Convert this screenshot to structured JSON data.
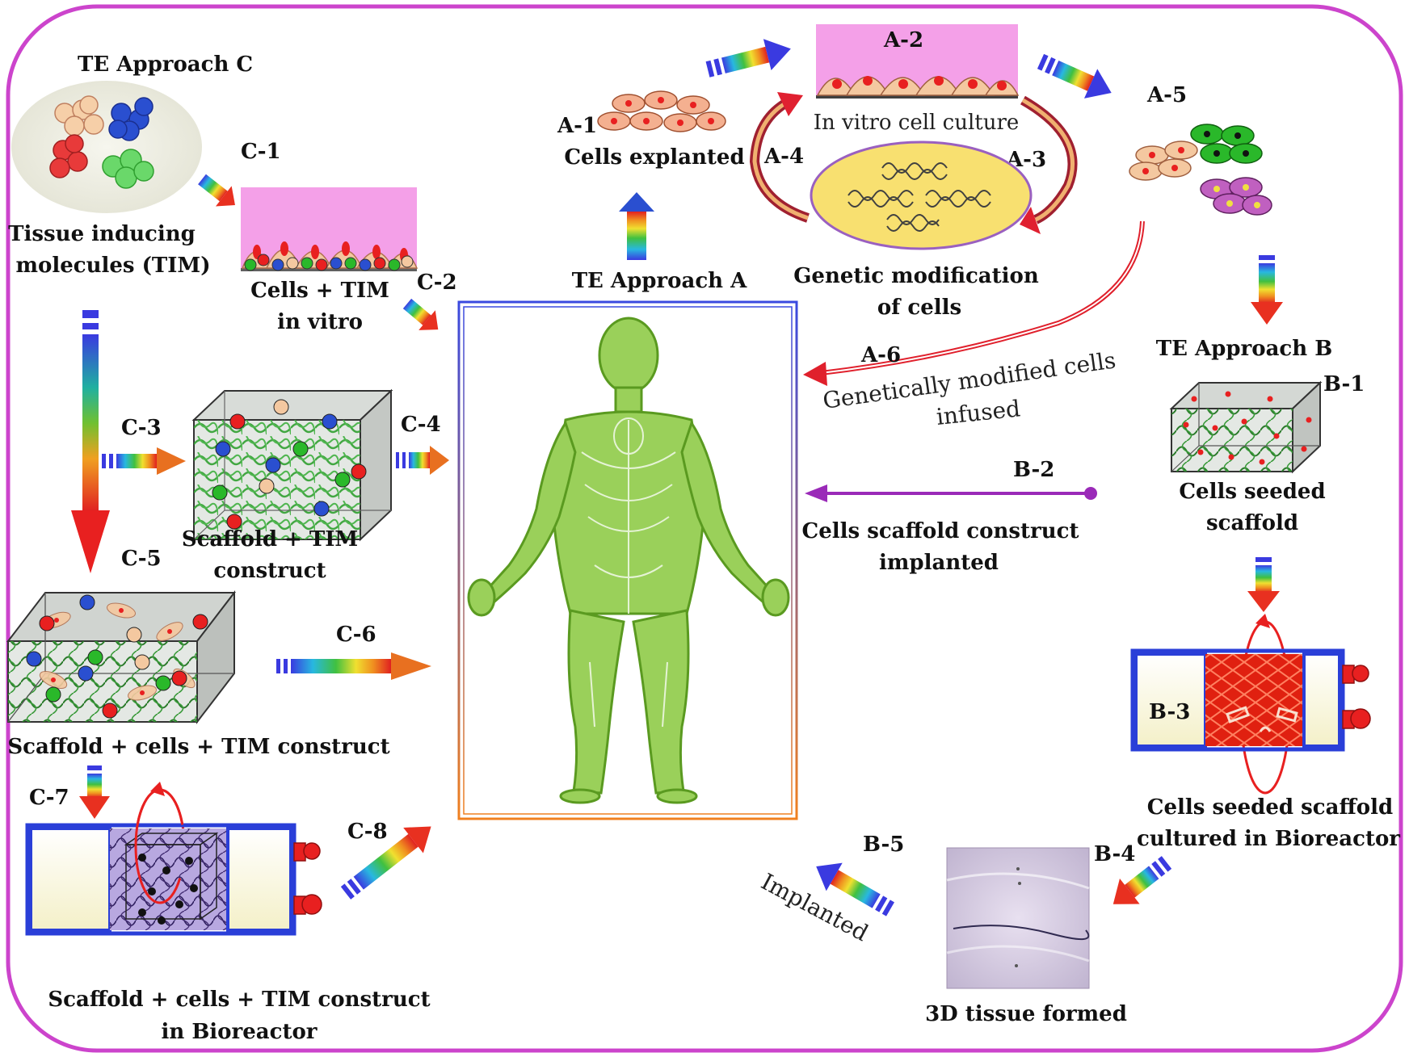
{
  "approach_c": {
    "title": "TE Approach C",
    "c1": "C-1",
    "c2": "C-2",
    "c3": "C-3",
    "c4": "C-4",
    "c5": "C-5",
    "c6": "C-6",
    "c7": "C-7",
    "c8": "C-8",
    "tim_line1": "Tissue inducing",
    "tim_line2": "molecules (TIM)",
    "cells_tim_line1": "Cells + TIM",
    "cells_tim_line2": "in vitro",
    "scaffold_tim_line1": "Scaffold + TIM",
    "scaffold_tim_line2": "construct",
    "scaffold_cells_tim": "Scaffold + cells + TIM construct",
    "bioreactor_line1": "Scaffold + cells + TIM construct",
    "bioreactor_line2": "in Bioreactor"
  },
  "approach_a": {
    "title": "TE Approach A",
    "a1": "A-1",
    "a2": "A-2",
    "a3": "A-3",
    "a4": "A-4",
    "a5": "A-5",
    "a6": "A-6",
    "cells_explanted": "Cells explanted",
    "in_vitro_culture": "In vitro cell  culture",
    "genetic_line1": "Genetic modification",
    "genetic_line2": "of cells",
    "infused_line1": "Genetically  modified cells",
    "infused_line2": "infused"
  },
  "approach_b": {
    "title": "TE Approach B",
    "b1": "B-1",
    "b2": "B-2",
    "b3": "B-3",
    "b4": "B-4",
    "b5": "B-5",
    "seeded_line1": "Cells seeded",
    "seeded_line2": "scaffold",
    "implanted_line1": "Cells scaffold construct",
    "implanted_line2": "implanted",
    "cultured_line1": "Cells seeded scaffold",
    "cultured_line2": "cultured in Bioreactor",
    "tissue_formed": "3D tissue formed",
    "implanted": "Implanted"
  },
  "colors": {
    "border": "#cc44cc",
    "body_green": "#7ab83a",
    "culture_pink": "#f4a0e8",
    "cell_red": "#e82020",
    "cell_blue": "#2a4fd0",
    "cell_green": "#2ab82a",
    "cell_peach": "#f4c8a0",
    "bioreactor_blue": "#2a3fd8",
    "infuse_red": "#e0202c",
    "b2_purple": "#9a2ab8"
  }
}
